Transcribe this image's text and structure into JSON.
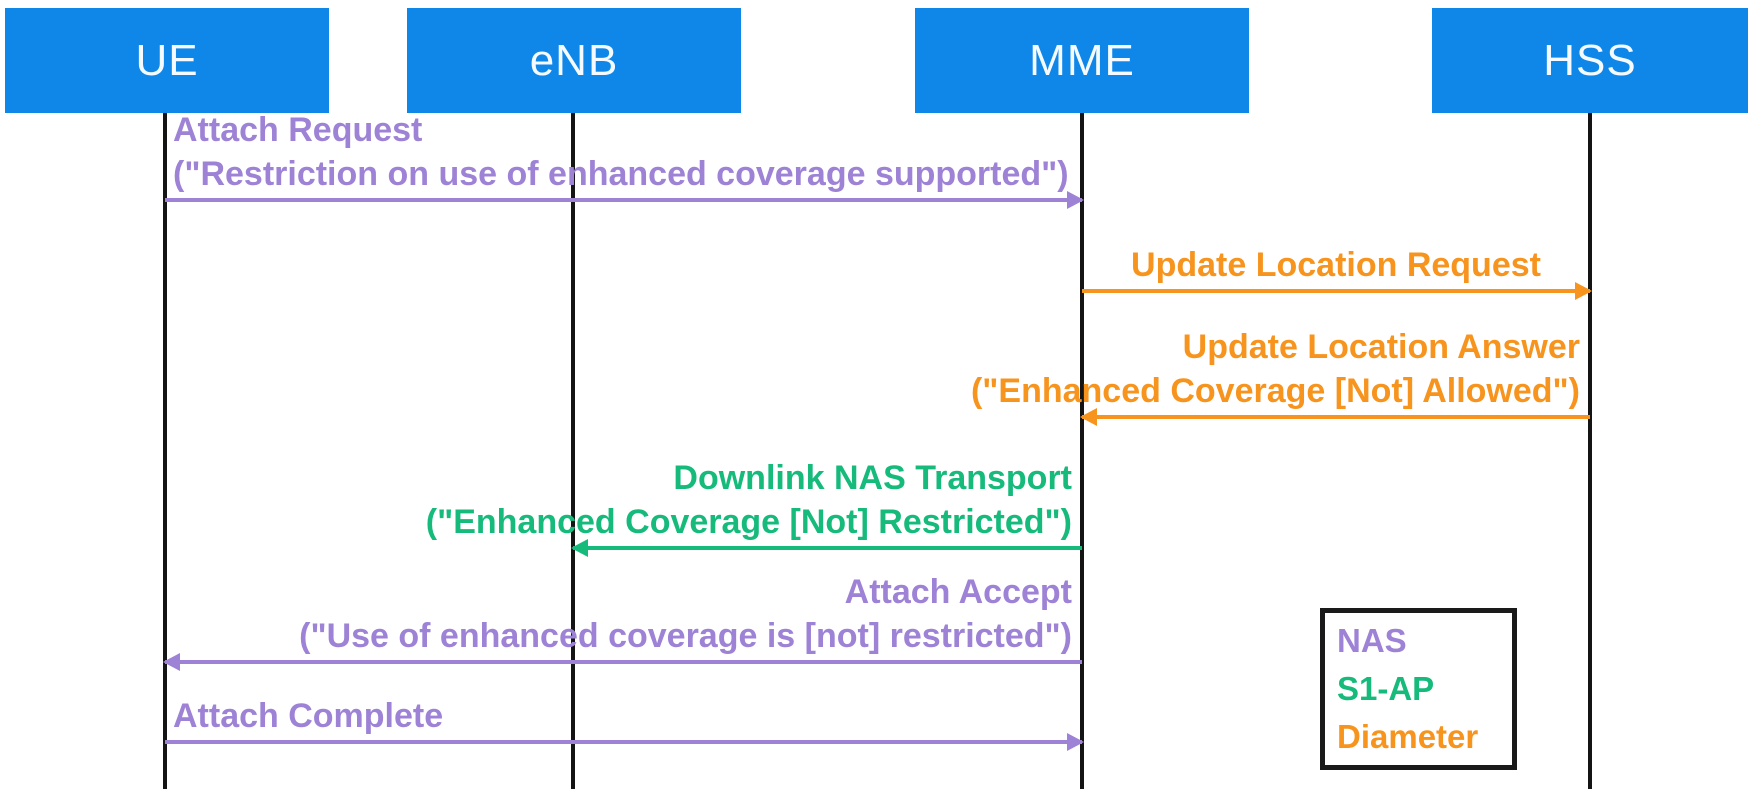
{
  "actors": [
    {
      "label": "UE"
    },
    {
      "label": "eNB"
    },
    {
      "label": "MME"
    },
    {
      "label": "HSS"
    }
  ],
  "messages": [
    {
      "name": "attach-request",
      "protocol": "NAS",
      "from": "UE",
      "to": "MME",
      "line1": "Attach Request",
      "line2": "(\"Restriction on use of enhanced coverage supported\")"
    },
    {
      "name": "update-location-request",
      "protocol": "Diameter",
      "from": "MME",
      "to": "HSS",
      "line1": "Update Location Request",
      "line2": ""
    },
    {
      "name": "update-location-answer",
      "protocol": "Diameter",
      "from": "HSS",
      "to": "MME",
      "line1": "Update Location Answer",
      "line2": "(\"Enhanced Coverage [Not] Allowed\")"
    },
    {
      "name": "downlink-nas-transport",
      "protocol": "S1-AP",
      "from": "MME",
      "to": "eNB",
      "line1": "Downlink NAS Transport",
      "line2": "(\"Enhanced Coverage [Not] Restricted\")"
    },
    {
      "name": "attach-accept",
      "protocol": "NAS",
      "from": "MME",
      "to": "UE",
      "line1": "Attach Accept",
      "line2": "(\"Use of enhanced coverage is [not] restricted\")"
    },
    {
      "name": "attach-complete",
      "protocol": "NAS",
      "from": "UE",
      "to": "MME",
      "line1": "Attach Complete",
      "line2": ""
    }
  ],
  "legend": {
    "items": [
      {
        "label": "NAS",
        "color": "#9D82D6"
      },
      {
        "label": "S1-AP",
        "color": "#16BB7C"
      },
      {
        "label": "Diameter",
        "color": "#F7941E"
      }
    ]
  },
  "colors": {
    "actor_box": "#0E87E9",
    "actor_text": "#F4FAFF",
    "nas": "#9D82D6",
    "s1ap": "#16BB7C",
    "diameter": "#F7941E",
    "lifeline": "#141414",
    "background": "#FFFFFF"
  }
}
